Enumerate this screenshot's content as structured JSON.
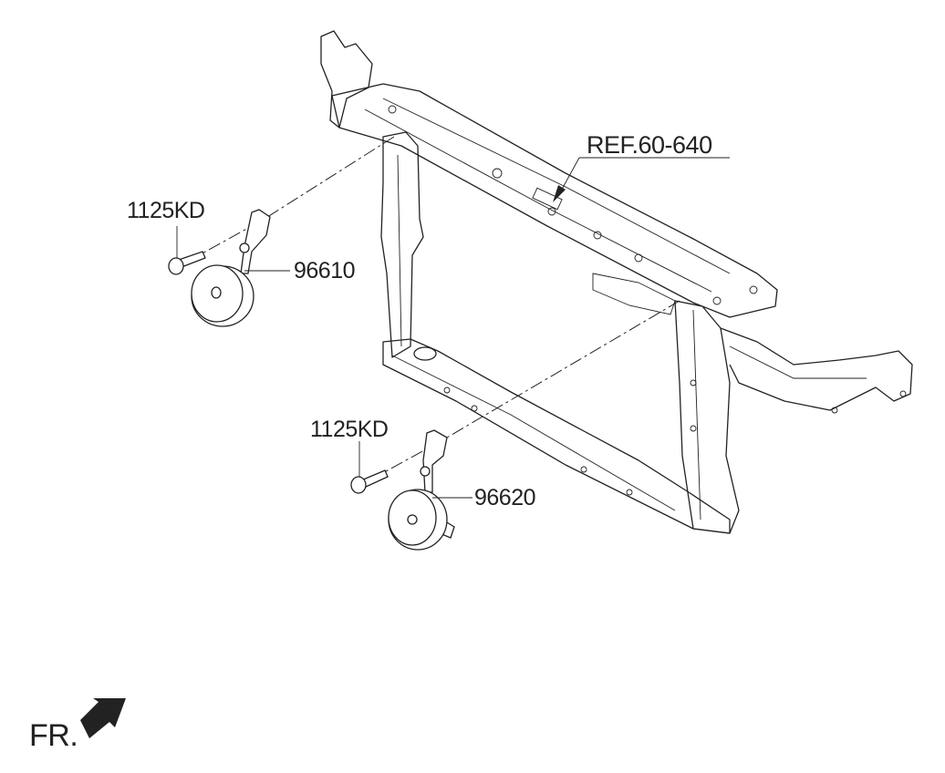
{
  "labels": {
    "ref": "REF.60-640",
    "bolt_upper": "1125KD",
    "horn_upper": "96610",
    "bolt_lower": "1125KD",
    "horn_lower": "96620",
    "front": "FR."
  },
  "colors": {
    "line": "#222222",
    "background": "#ffffff"
  }
}
